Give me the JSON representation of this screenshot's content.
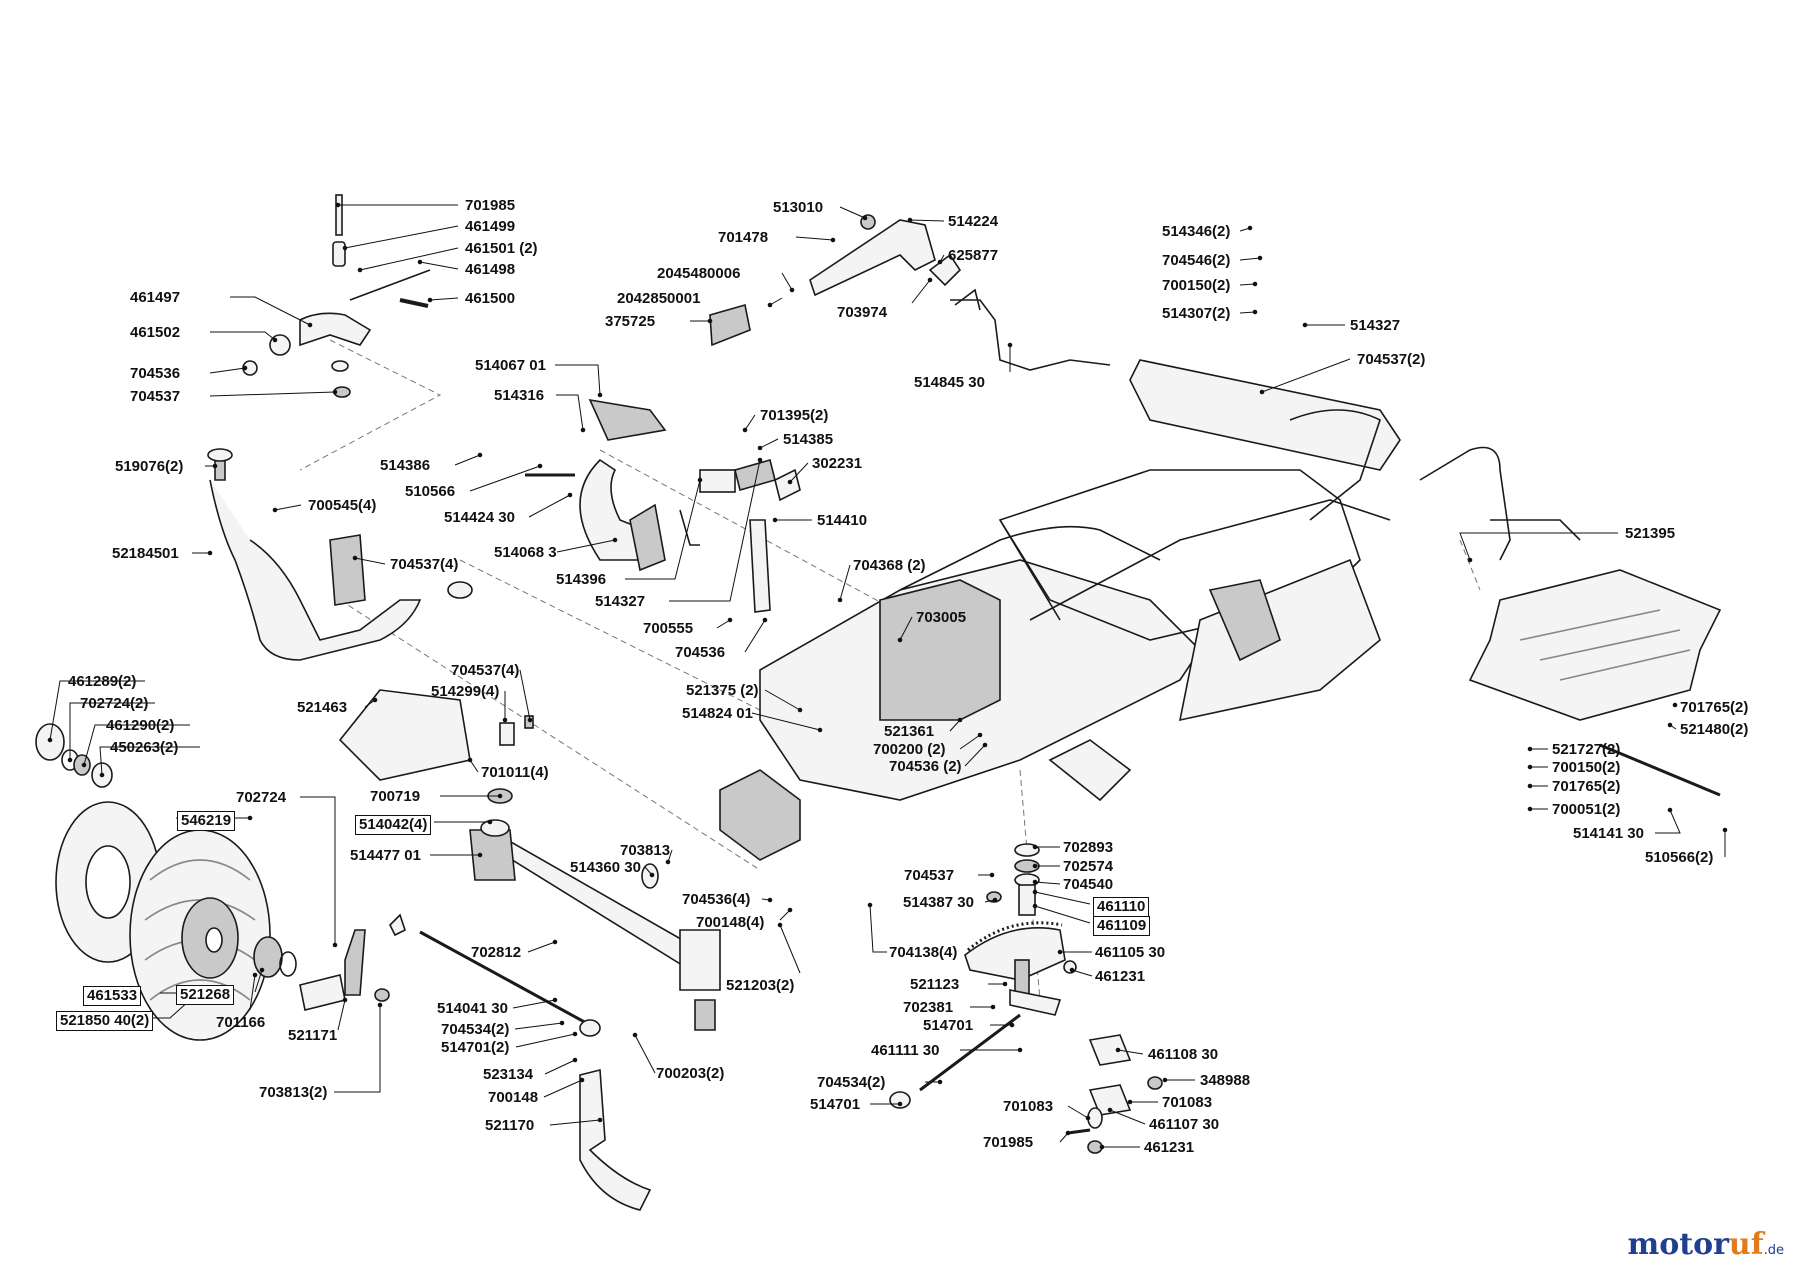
{
  "diagram": {
    "part_labels": [
      "701985",
      "461499",
      "461501 (2)",
      "461498",
      "461500",
      "461497",
      "461502",
      "704536",
      "704537",
      "513010",
      "514224",
      "701478",
      "625877",
      "2045480006",
      "2042850001",
      "703974",
      "375725",
      "514845 30",
      "514346(2)",
      "704546(2)",
      "700150(2)",
      "514307(2)",
      "514327",
      "704537(2)",
      "514067 01",
      "514316",
      "701395(2)",
      "514385",
      "302231",
      "514386",
      "510566",
      "514424 30",
      "514068 3",
      "514396",
      "514410",
      "514327",
      "700555",
      "704536",
      "519076(2)",
      "700545(4)",
      "52184501",
      "704537(4)",
      "704368 (2)",
      "703005",
      "521395",
      "461289(2)",
      "702724(2)",
      "461290(2)",
      "450263(2)",
      "704537(4)",
      "514299(4)",
      "521463",
      "701011(4)",
      "521375 (2)",
      "514824 01",
      "521361",
      "700200 (2)",
      "704536 (2)",
      "701765(2)",
      "521480(2)",
      "521727(2)",
      "700150(2)",
      "701765(2)",
      "700051(2)",
      "514141 30",
      "510566(2)",
      "702724",
      "546219",
      "700719",
      "514042(4)",
      "514477 01",
      "703813",
      "514360 30",
      "704536(4)",
      "700148(4)",
      "702893",
      "702574",
      "704537",
      "704540",
      "514387 30",
      "461110",
      "461109",
      "704138(4)",
      "461105 30",
      "702812",
      "521203(2)",
      "521123",
      "461231",
      "461533",
      "521268",
      "521850 40(2)",
      "701166",
      "521171",
      "703813(2)",
      "514041 30",
      "704534(2)",
      "514701(2)",
      "523134",
      "700148",
      "700203(2)",
      "521170",
      "702381",
      "514701",
      "461111 30",
      "461108 30",
      "348988",
      "701083",
      "704534(2)",
      "514701",
      "701083",
      "701985",
      "461107 30",
      "461231"
    ]
  },
  "watermark": {
    "brand_part1": "motor",
    "brand_part2": "uf",
    "tld": ".de"
  },
  "colors": {
    "line": "#1a1a1a",
    "part_fill": "#f4f4f4",
    "part_shade": "#c9c9c9",
    "brand_blue": "#1f3f8f",
    "brand_orange": "#e07c1d"
  }
}
